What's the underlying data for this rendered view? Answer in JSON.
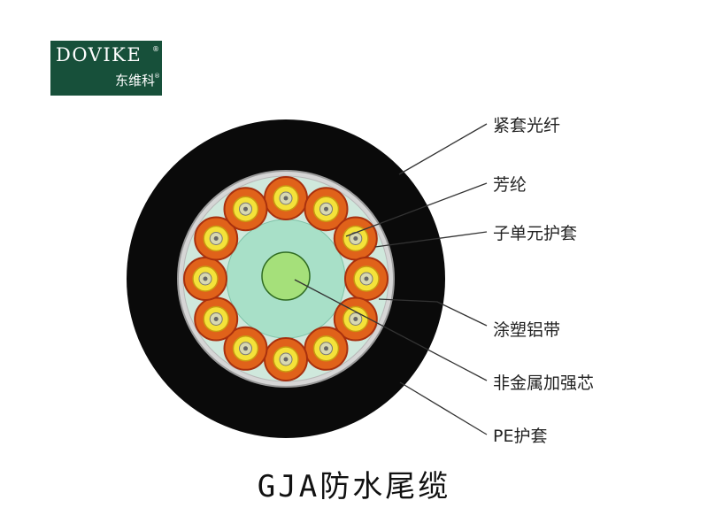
{
  "logo": {
    "brand_en": "DOVIKE",
    "brand_cn": "东维科",
    "registered": "®"
  },
  "labels": {
    "tight_fiber": "紧套光纤",
    "aramid": "芳纶",
    "subunit_sheath": "子单元护套",
    "coated_aluminum_tape": "涂塑铝带",
    "nonmetal_strength_member": "非金属加强芯",
    "pe_sheath": "PE护套"
  },
  "title": "GJA防水尾缆",
  "colors": {
    "logo_bg": "#17503a",
    "outer_sheath": "#0a0a0a",
    "subunit": "#e0621a",
    "subunit_dark": "#a8300e",
    "fiber_yellow": "#f4e23a",
    "core_filler": "#a8e0c8",
    "center_strength": "#a5e07a"
  }
}
